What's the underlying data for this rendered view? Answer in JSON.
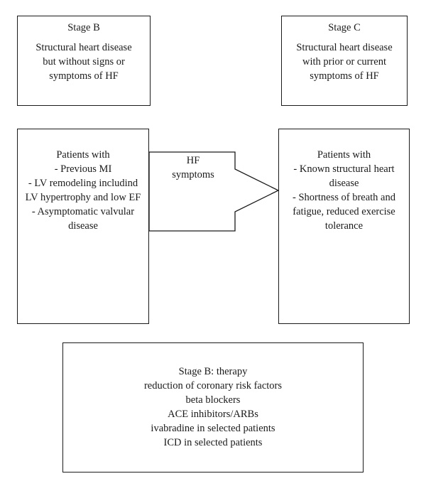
{
  "stage_b": {
    "title": "Stage B",
    "lines": [
      "Structural heart disease",
      "but without signs or",
      "symptoms of HF"
    ]
  },
  "stage_c": {
    "title": "Stage C",
    "lines": [
      "Structural heart disease",
      "with prior or current",
      "symptoms of HF"
    ]
  },
  "stage_b_patients": {
    "lines": [
      "Patients with",
      "- Previous MI",
      "- LV remodeling includind",
      "LV hypertrophy and low EF",
      "- Asymptomatic valvular",
      "disease"
    ]
  },
  "stage_c_patients": {
    "lines": [
      "Patients with",
      "- Known structural heart",
      "disease",
      "- Shortness of breath and",
      "fatigue, reduced exercise",
      "tolerance"
    ]
  },
  "arrow": {
    "lines": [
      "HF",
      "symptoms"
    ]
  },
  "therapy": {
    "lines": [
      "Stage B: therapy",
      "reduction of coronary risk factors",
      "beta blockers",
      "ACE inhibitors/ARBs",
      "ivabradine in selected patients",
      "ICD in selected patients"
    ]
  }
}
